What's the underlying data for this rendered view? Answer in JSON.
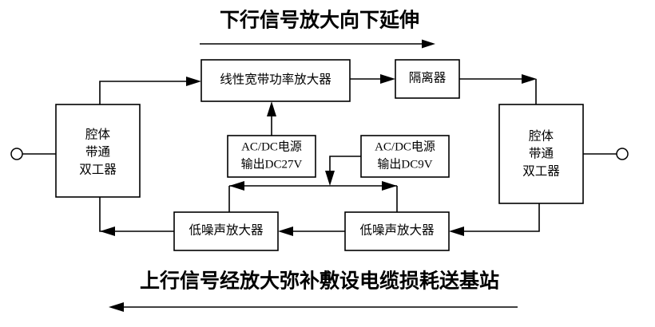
{
  "diagram": {
    "title_top": "下行信号放大向下延伸",
    "title_bottom": "上行信号经放大弥补敷设电缆损耗送基站",
    "colors": {
      "stroke": "#000000",
      "background": "#ffffff",
      "text": "#000000"
    },
    "boxes": {
      "left_diplexer": {
        "line1": "腔体",
        "line2": "带通",
        "line3": "双工器"
      },
      "right_diplexer": {
        "line1": "腔体",
        "line2": "带通",
        "line3": "双工器"
      },
      "power_amplifier": {
        "label": "线性宽带功率放大器"
      },
      "isolator": {
        "label": "隔离器"
      },
      "psu_27v": {
        "line1": "AC/DC电源",
        "line2": "输出DC27V"
      },
      "psu_9v": {
        "line1": "AC/DC电源",
        "line2": "输出DC9V"
      },
      "lna_left": {
        "label": "低噪声放大器"
      },
      "lna_right": {
        "label": "低噪声放大器"
      }
    },
    "terminals": {
      "left_port": "antenna-port-left",
      "right_port": "antenna-port-right"
    },
    "flow": {
      "downlink_direction": "right",
      "uplink_direction": "left"
    }
  }
}
